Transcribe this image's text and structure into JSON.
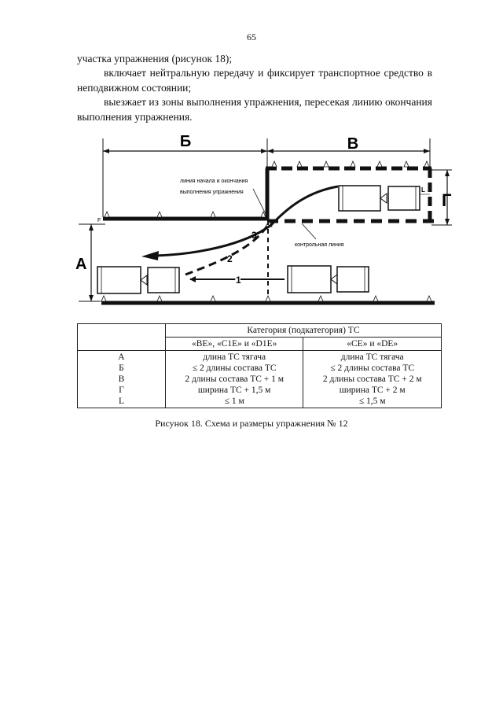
{
  "page_number": "65",
  "paragraphs": {
    "p1": "участка упражнения (рисунок 18);",
    "p2": "включает нейтральную передачу и фиксирует транспортное средство в неподвижном состоянии;",
    "p3": "выезжает из зоны выполнения упражнения, пересекая линию окончания выполнения упражнения."
  },
  "diagram": {
    "dim_b": "Б",
    "dim_v": "В",
    "dim_a": "А",
    "dim_g": "Г",
    "dim_l": "L",
    "dim_f": "F",
    "label_line1": "линия начала и окончания",
    "label_line2": "выполнения упражнения",
    "label_control": "контрольная линия",
    "path_1": "1",
    "path_2": "2",
    "path_3": "3"
  },
  "table": {
    "header_main": "Категория (подкатегория) ТС",
    "col1_header": "«ВЕ», «С1Е» и «D1E»",
    "col2_header": "«СЕ» и «DE»",
    "letters": [
      "А",
      "Б",
      "В",
      "Г",
      "L"
    ],
    "col1": [
      "длина ТС тягача",
      "≤ 2 длины состава ТС",
      "2 длины состава ТС + 1 м",
      "ширина ТС + 1,5 м",
      "≤ 1 м"
    ],
    "col2": [
      "длина ТС тягача",
      "≤ 2 длины состава ТС",
      "2 длины состава ТС + 2 м",
      "ширина ТС + 2 м",
      "≤ 1,5 м"
    ]
  },
  "caption": "Рисунок 18. Схема и размеры упражнения № 12"
}
